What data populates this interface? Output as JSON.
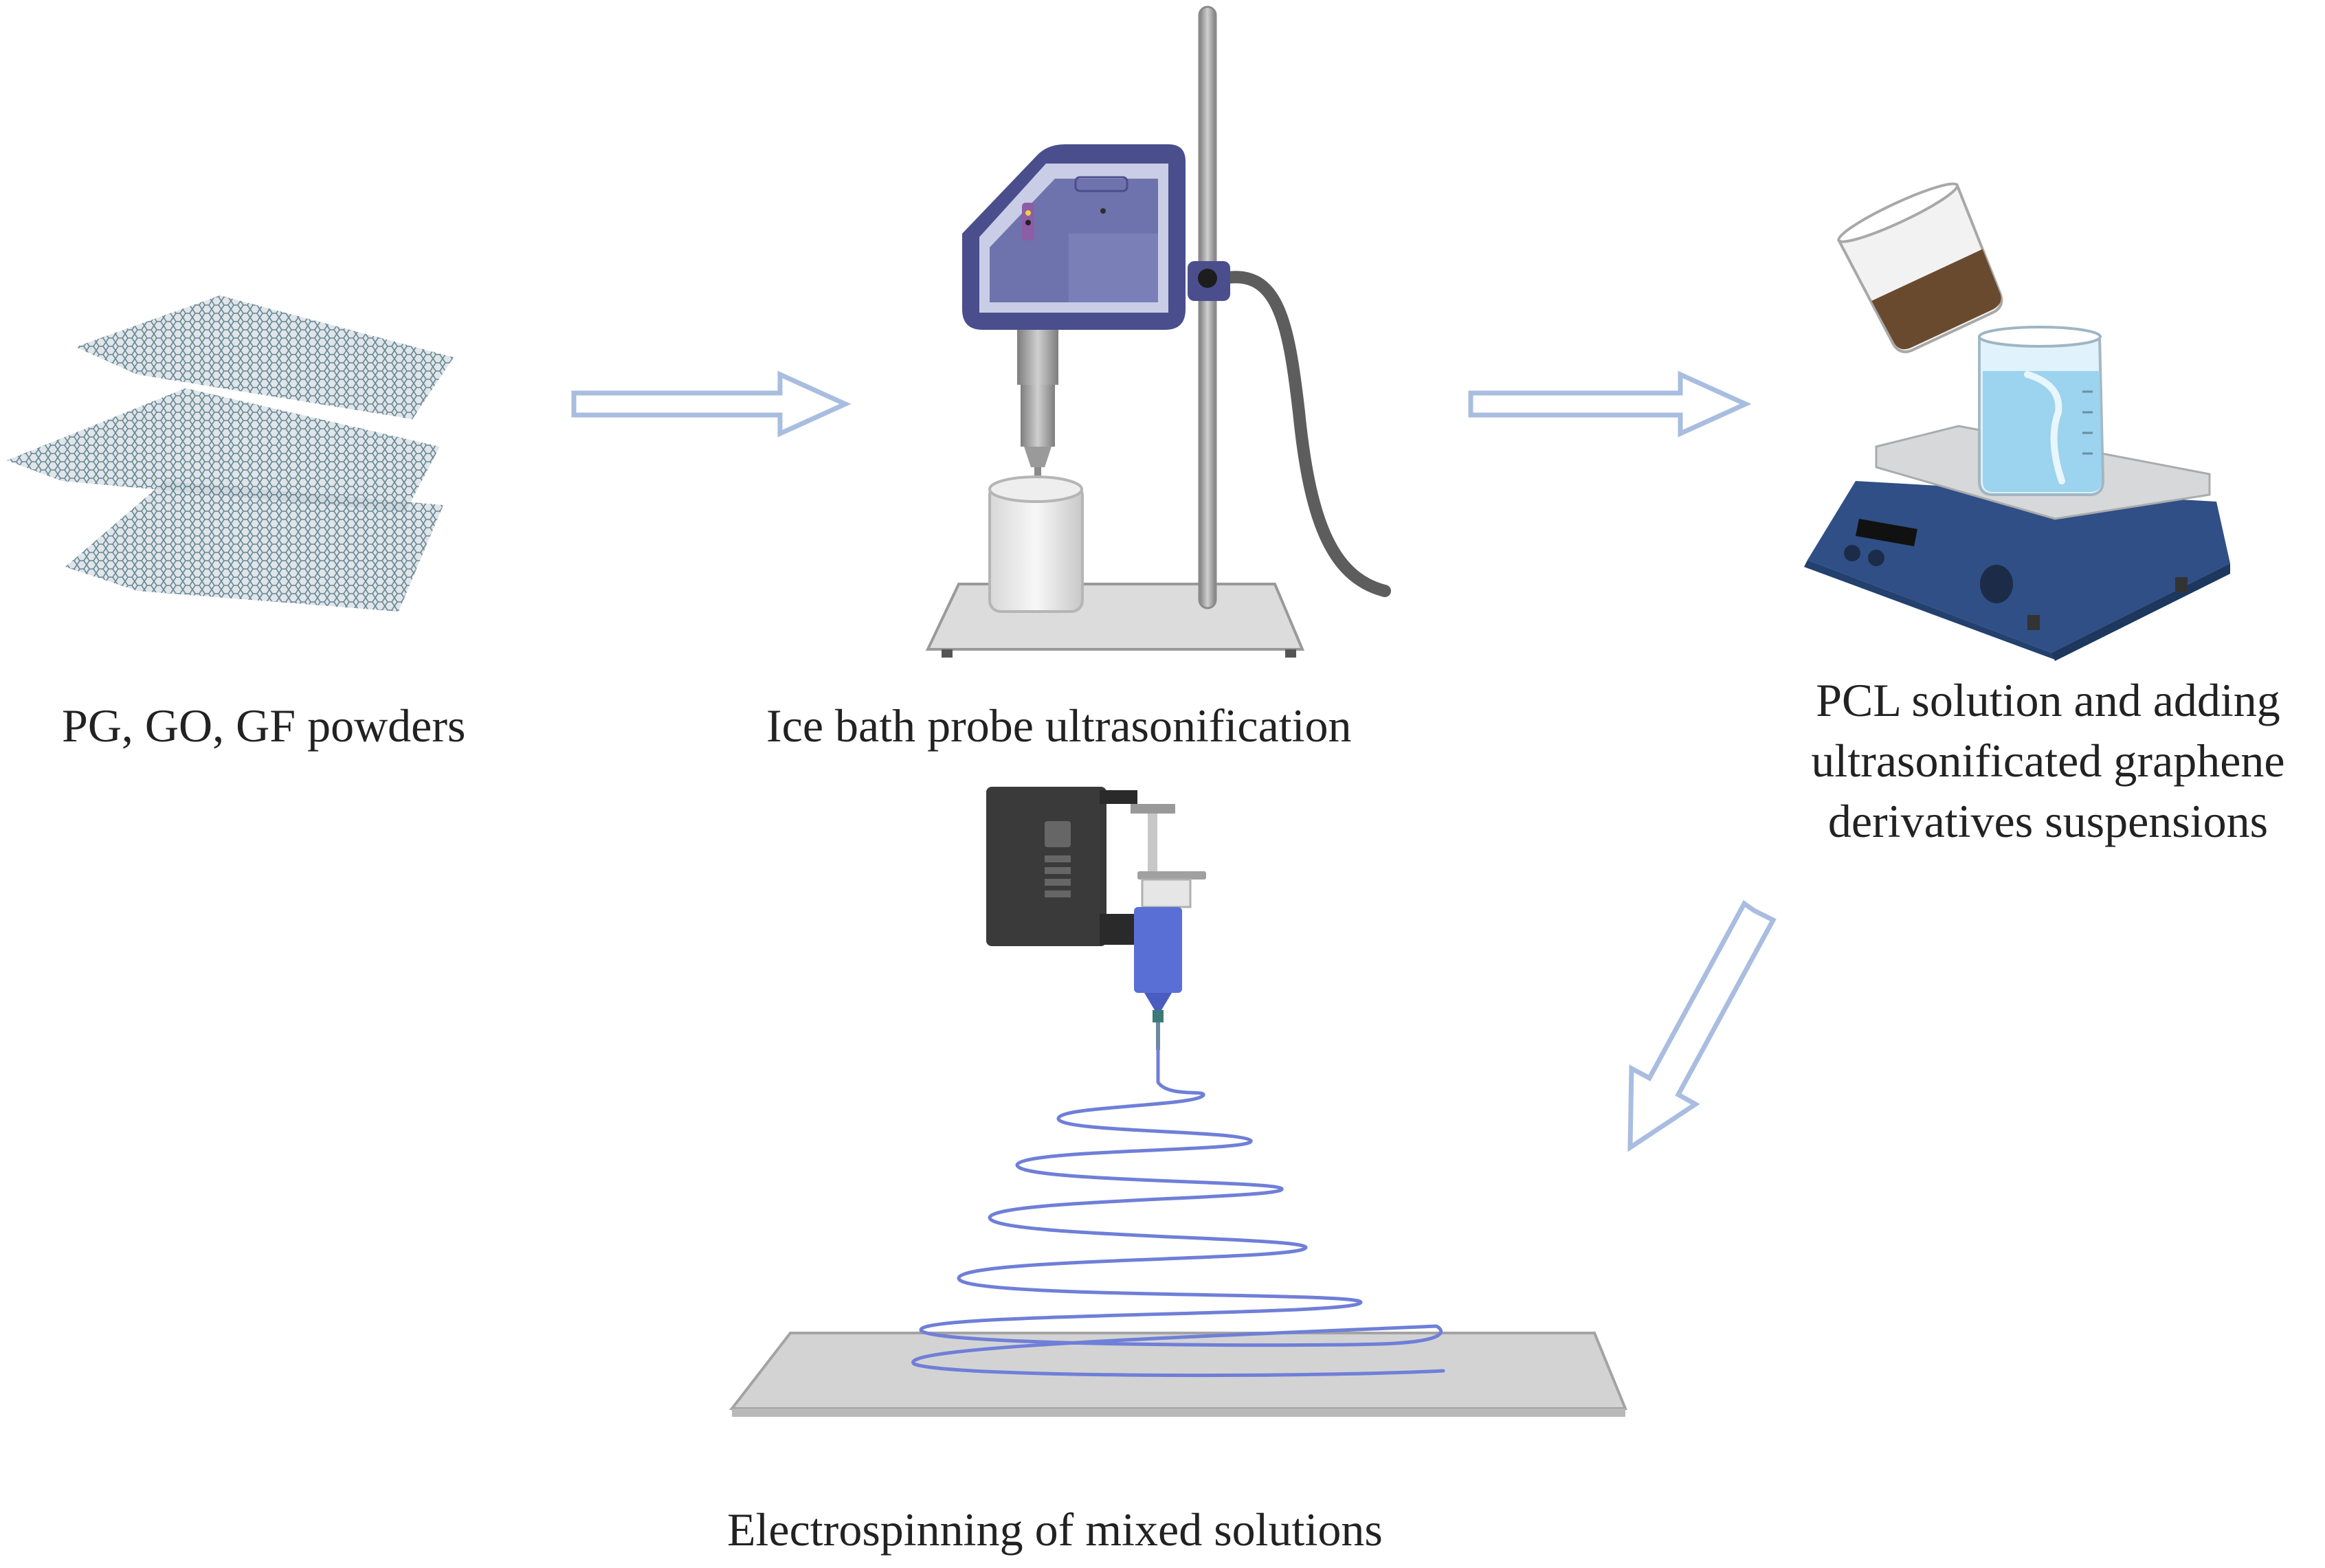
{
  "steps": [
    {
      "id": "powders",
      "label": "PG, GO, GF powders"
    },
    {
      "id": "ultrasonication",
      "label": "Ice bath probe ultrasonification"
    },
    {
      "id": "mixing",
      "label_lines": [
        "PCL solution and adding",
        "ultrasonificated graphene",
        "derivatives suspensions"
      ]
    },
    {
      "id": "electrospinning",
      "label": "Electrospinning of mixed solutions"
    }
  ],
  "colors": {
    "arrow_stroke": "#a9bde0",
    "arrow_fill": "#ffffff",
    "graphene_sheet": "#b8c7cf",
    "graphene_mesh": "#5c7c8c",
    "sonicator_body": "#4b4e8c",
    "sonicator_panel": "#c9cde6",
    "stand_base": "#d9d9d9",
    "hotplate_body": "#2f4f86",
    "hotplate_top": "#d6d8da",
    "liquid_blue": "#9cd3ee",
    "liquid_brown": "#6a4a2e",
    "syringe_pump": "#3a3a3a",
    "syringe_liquid": "#5a6fd6",
    "fiber": "#6f7fd8",
    "collector": "#d3d3d3"
  }
}
